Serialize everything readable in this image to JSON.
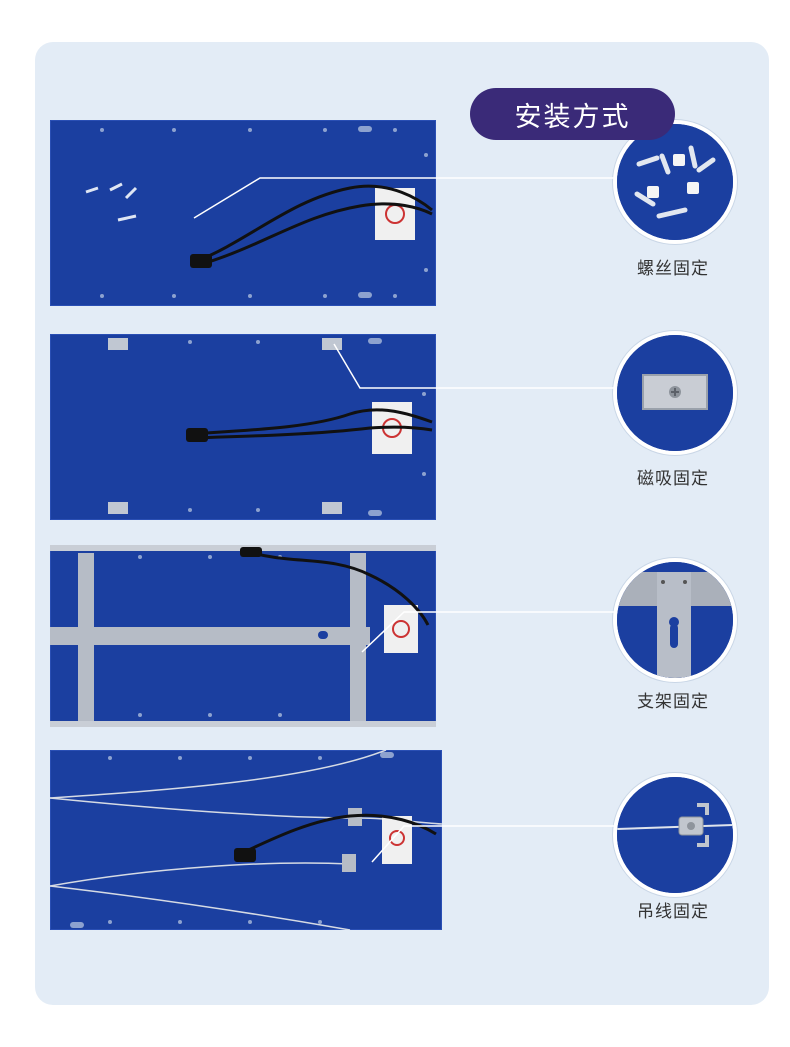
{
  "header": {
    "title": "安装方式"
  },
  "methods": [
    {
      "label": "螺丝固定",
      "icon": "screw-mount-icon"
    },
    {
      "label": "磁吸固定",
      "icon": "magnet-mount-icon"
    },
    {
      "label": "支架固定",
      "icon": "bracket-mount-icon"
    },
    {
      "label": "吊线固定",
      "icon": "suspension-wire-icon"
    }
  ],
  "colors": {
    "card_background": "#e3ecf6",
    "title_pill": "#3a2a78",
    "panel_blue": "#1b3fa0",
    "label_text": "#333333"
  }
}
